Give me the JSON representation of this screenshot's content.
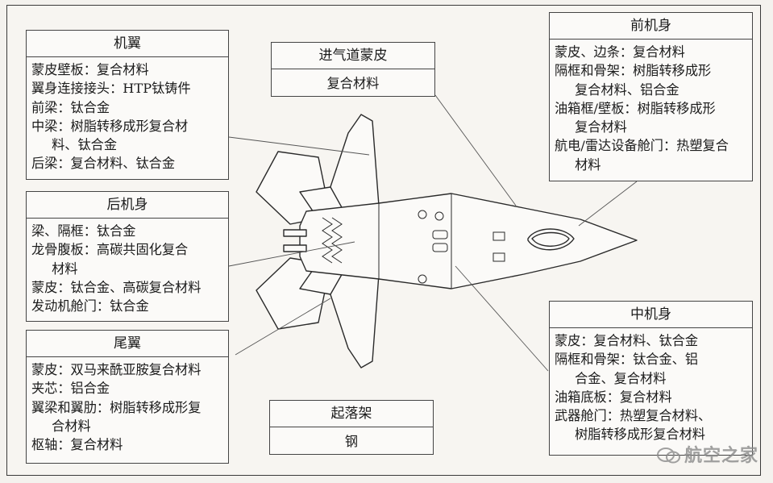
{
  "callouts": {
    "wing": {
      "title": "机翼",
      "lines": [
        {
          "text": "蒙皮壁板：复合材料"
        },
        {
          "text": "翼身连接接头：HTP钛铸件"
        },
        {
          "text": "前梁：钛合金"
        },
        {
          "text": "中梁：树脂转移成形复合材"
        },
        {
          "text": "料、钛合金"
        },
        {
          "text": "后梁：复合材料、钛合金"
        }
      ]
    },
    "aft_fuselage": {
      "title": "后机身",
      "lines": [
        {
          "text": "梁、隔框：钛合金"
        },
        {
          "text": "龙骨腹板：高碳共固化复合"
        },
        {
          "text": "材料"
        },
        {
          "text": "蒙皮：钛合金、高碳复合材料"
        },
        {
          "text": "发动机舱门：钛合金"
        }
      ]
    },
    "tail": {
      "title": "尾翼",
      "lines": [
        {
          "text": "蒙皮：双马来酰亚胺复合材料"
        },
        {
          "text": "夹芯：铝合金"
        },
        {
          "text": "翼梁和翼肋：树脂转移成形复"
        },
        {
          "text": "合材料"
        },
        {
          "text": "枢轴：复合材料"
        }
      ]
    },
    "inlet_skin": {
      "title": "进气道蒙皮",
      "lines": [
        {
          "text": "复合材料"
        }
      ]
    },
    "landing_gear": {
      "title": "起落架",
      "lines": [
        {
          "text": "钢"
        }
      ]
    },
    "forward_fuselage": {
      "title": "前机身",
      "lines": [
        {
          "text": "蒙皮、边条：复合材料"
        },
        {
          "text": "隔框和骨架：树脂转移成形"
        },
        {
          "text": "复合材料、铝合金"
        },
        {
          "text": "油箱框/壁板：树脂转移成形"
        },
        {
          "text": "复合材料"
        },
        {
          "text": "航电/雷达设备舱门：热塑复合"
        },
        {
          "text": "材料"
        }
      ]
    },
    "mid_fuselage": {
      "title": "中机身",
      "lines": [
        {
          "text": "蒙皮：复合材料、钛合金"
        },
        {
          "text": "隔框和骨架：钛合金、铝"
        },
        {
          "text": "合金、复合材料"
        },
        {
          "text": "油箱底板：复合材料"
        },
        {
          "text": "武器舱门：热塑复合材料、"
        },
        {
          "text": "树脂转移成形复合材料"
        }
      ]
    }
  },
  "watermark": {
    "text": "航空之家"
  }
}
